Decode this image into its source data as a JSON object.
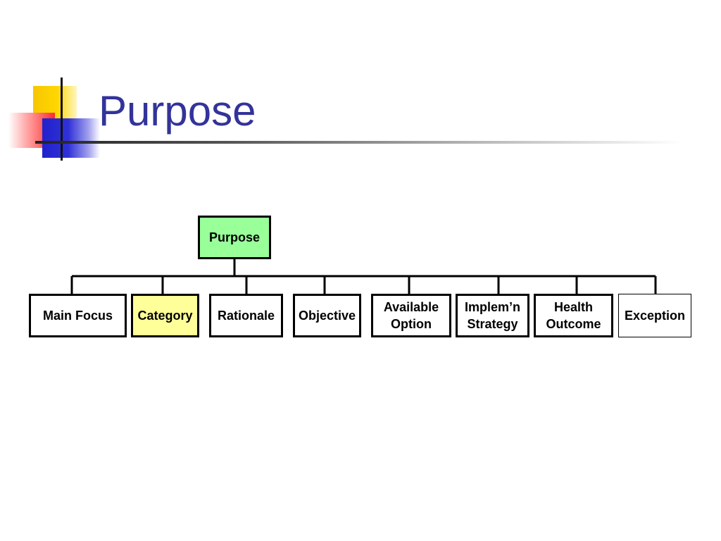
{
  "slide": {
    "title": "Purpose"
  },
  "diagram": {
    "root": {
      "label": "Purpose",
      "fill": "#99ff99"
    },
    "children": [
      {
        "label": "Main Focus",
        "fill": "#ffffff"
      },
      {
        "label": "Category",
        "fill": "#ffff99"
      },
      {
        "label": "Rationale",
        "fill": "#ffffff"
      },
      {
        "label": "Objective",
        "fill": "#ffffff"
      },
      {
        "label": "Available\nOption",
        "fill": "#ffffff"
      },
      {
        "label": "Implem’n\nStrategy",
        "fill": "#ffffff"
      },
      {
        "label": "Health\nOutcome",
        "fill": "#ffffff"
      },
      {
        "label": "Exception",
        "fill": "#ffffff"
      }
    ]
  },
  "colors": {
    "title": "#33339a",
    "root_fill": "#99ff99",
    "highlight_fill": "#ffff99"
  }
}
